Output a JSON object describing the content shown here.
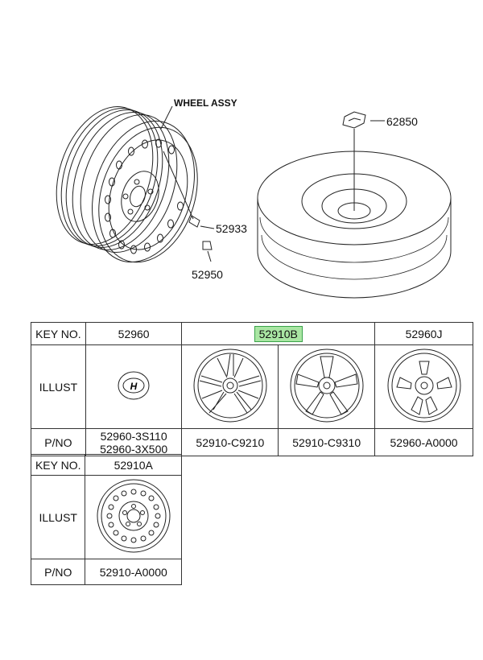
{
  "diagram": {
    "wheel_assy_label": "WHEEL ASSY",
    "callouts": {
      "p62850": "62850",
      "p52933": "52933",
      "p52950": "52950"
    }
  },
  "table1": {
    "key_header": "KEY NO.",
    "illust_header": "ILLUST",
    "pno_header": "P/NO",
    "keys": [
      "52960",
      "52910B",
      "52960J"
    ],
    "pnos": {
      "c1_line1": "52960-3S110",
      "c1_line2": "52960-3X500",
      "c2": "52910-C9210",
      "c3": "52910-C9310",
      "c4": "52960-A0000"
    }
  },
  "table2": {
    "key_header": "KEY NO.",
    "illust_header": "ILLUST",
    "pno_header": "P/NO",
    "key": "52910A",
    "pno": "52910-A0000"
  }
}
